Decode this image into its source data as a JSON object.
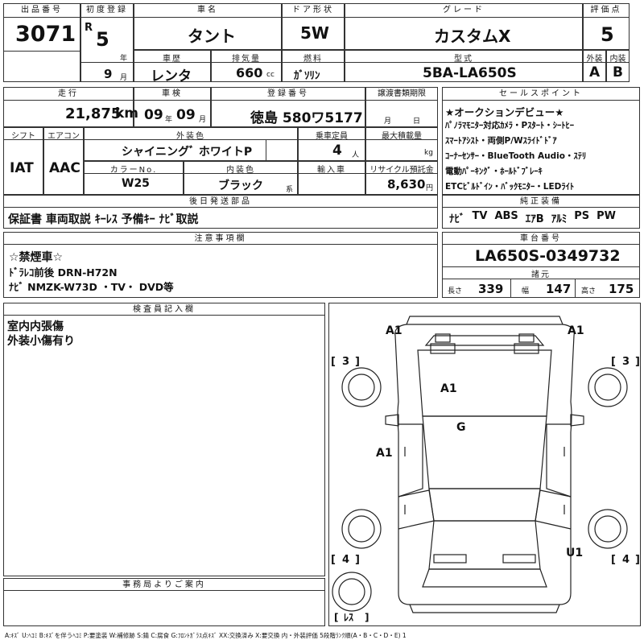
{
  "header": {
    "lot_label": "出品番号",
    "lot_no": "3071",
    "first_reg_label": "初度登録",
    "era": "R",
    "year": "5",
    "year_unit": "年",
    "month": "9",
    "month_unit": "月",
    "name_label": "車名",
    "name": "タント",
    "door_label": "ドア形状",
    "door": "5W",
    "grade_label": "グレード",
    "grade": "カスタムX",
    "score_label": "評価点",
    "score": "5",
    "history_label": "車歴",
    "history": "レンタ",
    "displacement_label": "排気量",
    "displacement": "660",
    "displacement_unit": "cc",
    "fuel_label": "燃料",
    "fuel": "ｶﾞｿﾘﾝ",
    "model_label": "型式",
    "model": "5BA-LA650S",
    "exterior_label": "外装",
    "exterior_grade": "A",
    "interior_label": "内装",
    "interior_grade": "B"
  },
  "row2": {
    "mileage_label": "走行",
    "mileage": "21,875",
    "mileage_unit": "km",
    "inspection_label": "車検",
    "insp_year": "09",
    "insp_year_unit": "年",
    "insp_month": "09",
    "insp_month_unit": "月",
    "reg_no_label": "登録番号",
    "reg_no": "徳島 580ワ5177",
    "doc_deadline_label": "譲渡書類期限",
    "doc_month_unit": "月",
    "doc_day_unit": "日",
    "shift_label": "シフト",
    "shift": "IAT",
    "aircon_label": "エアコン",
    "aircon": "AAC",
    "ext_color_label": "外装色",
    "ext_color": "シャイニングﾞ ホワイトP",
    "capacity_label": "乗車定員",
    "capacity": "4",
    "capacity_unit": "人",
    "load_label": "最大積載量",
    "load_unit": "kg",
    "color_no_label": "カラーNo.",
    "color_no": "W25",
    "int_color_label": "内装色",
    "int_color": "ブラック",
    "int_color_suffix": "系",
    "import_label": "輸入車",
    "recycle_label": "リサイクル預託金",
    "recycle": "8,630",
    "recycle_unit": "円"
  },
  "sales_points": {
    "title": "セールスポイント",
    "lines": [
      "★オークションデビュー★",
      "ﾊﾟﾉﾗﾏﾓﾆﾀｰ対応ｶﾒﾗ・Pｽﾀｰﾄ・ｼｰﾄﾋｰ",
      "ｽﾏｰﾄｱｼｽﾄ・両側P/Wｽﾗｲﾄﾞﾄﾞｱ",
      "ｺｰﾅｰｾﾝｻｰ・BlueTooth Audio・ｽﾃﾘ",
      "電動ﾊﾟｰｷﾝｸﾞ・ﾎｰﾙﾄﾞﾌﾞﾚｰｷ",
      "ETCﾋﾞﾙﾄﾞｲﾝ・ﾊﾞｯｸﾓﾆﾀｰ・LEDﾗｲﾄ"
    ]
  },
  "later_parts": {
    "title": "後日発送部品",
    "text": "保証書 車両取説 ｷｰﾚｽ 予備ｷｰ ﾅﾋﾞ取説"
  },
  "equipment": {
    "title": "純正装備",
    "items": [
      "ﾅﾋﾞ",
      "TV",
      "ABS",
      "ｴｱB",
      "ｱﾙﾐ",
      "PS",
      "PW"
    ]
  },
  "notes": {
    "title": "注意事項欄",
    "lines": [
      "☆禁煙車☆",
      "ﾄﾞﾗﾚｺ前後 DRN-H72N",
      "ﾅﾋﾞ NMZK-W73D ・TV・ DVD等"
    ]
  },
  "chassis": {
    "title": "車台番号",
    "number": "LA650S-0349732",
    "dims_title": "諸元",
    "length_label": "長さ",
    "length": "339",
    "width_label": "幅",
    "width": "147",
    "height_label": "高さ",
    "height": "175"
  },
  "inspector": {
    "title": "検査員記入欄",
    "lines": [
      "室内内張傷",
      "外装小傷有り"
    ]
  },
  "office": {
    "title": "事務局よりご案内"
  },
  "diagram": {
    "marks": [
      "A1",
      "A1",
      "A1",
      "G",
      "A1",
      "U1"
    ],
    "tires": [
      "3",
      "3",
      "4",
      "4"
    ],
    "spare": "ﾚｽ"
  },
  "legend": "A:ｷｽﾞ U:ﾍｺﾐ B:ｷｽﾞを伴うﾍｺﾐ P:要塗装 W:補修跡 S:錆 C:腐食 G:ﾌﾛﾝﾄｶﾞﾗｽ点ｷｽﾞ XX:交換済み X:要交換 内・外装評価 5段階ﾗﾝｸ順(A・B・C・D・E) 1"
}
